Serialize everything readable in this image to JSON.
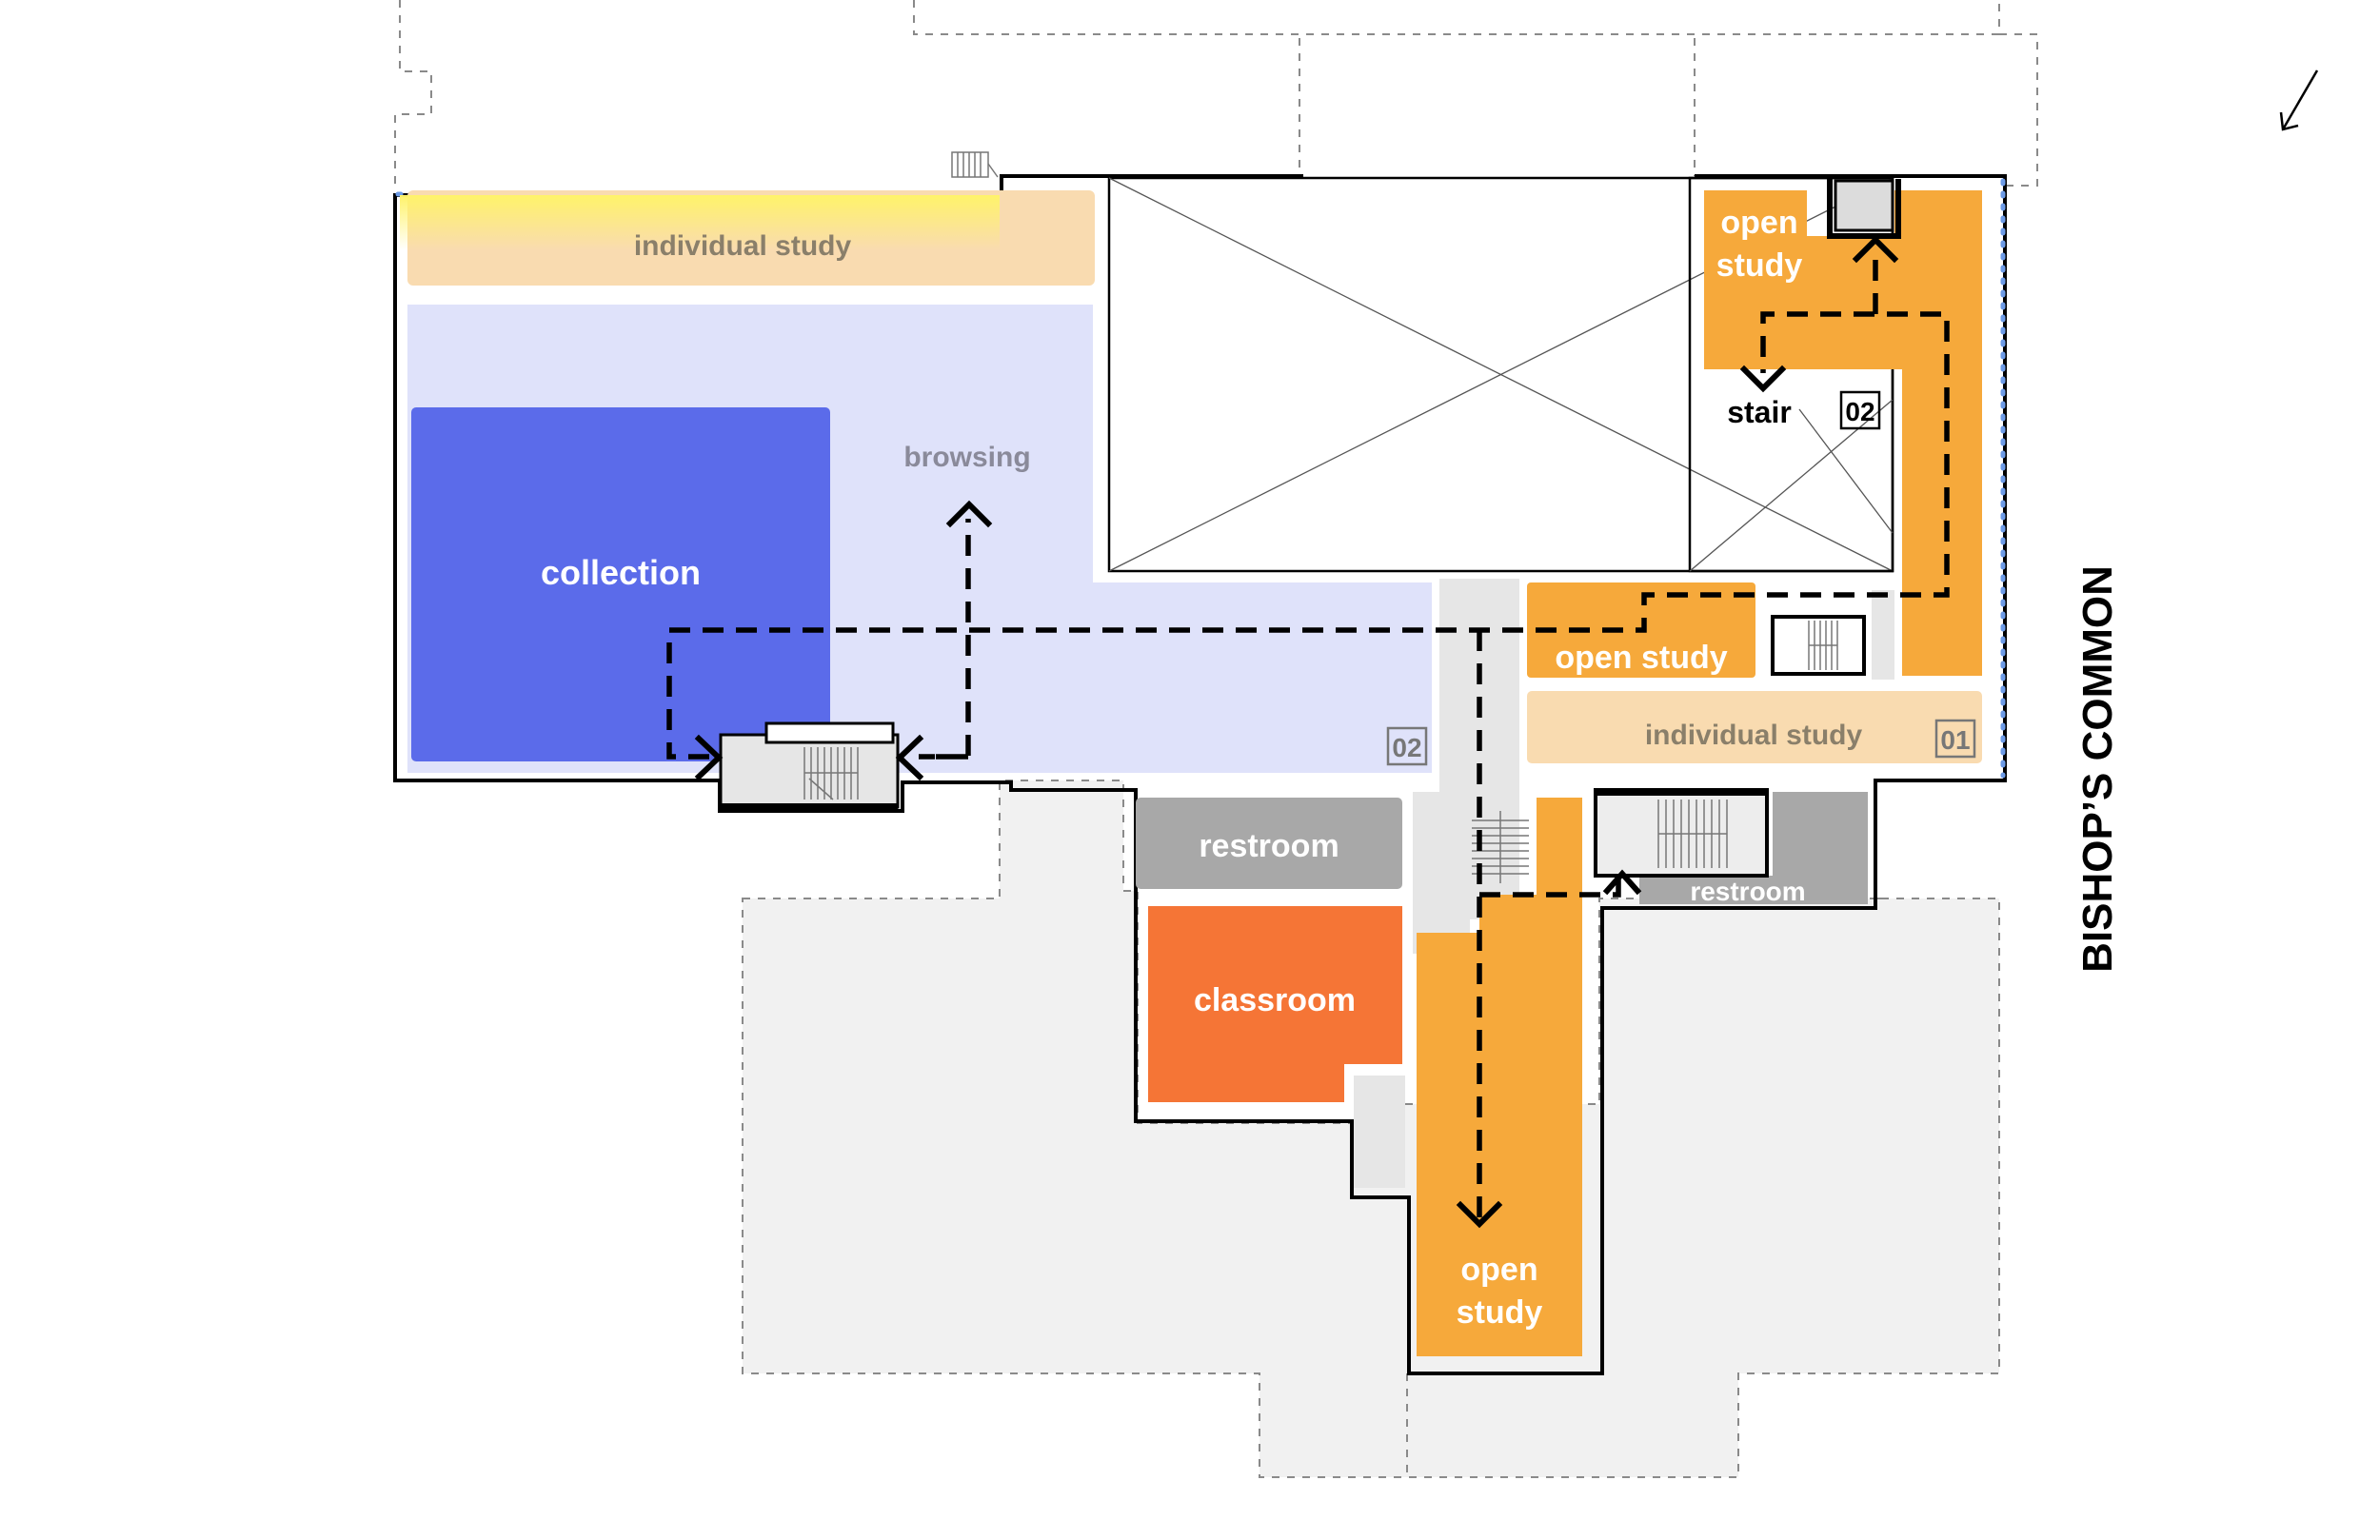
{
  "colors": {
    "collection": "#5b6bea",
    "browsing": "#dfe2fa",
    "individual_study": "#f9dbb0",
    "open_study": "#f6a93b",
    "classroom": "#f57536",
    "restroom": "#a8a8a8",
    "circulation": "#e6e6e6",
    "context": "#f1f1f1",
    "highlight": "#fff36a",
    "edge_dotted": "#6d9be6"
  },
  "rooms": {
    "individual_study_top": "individual study",
    "browsing": "browsing",
    "collection": "collection",
    "open_study_top": [
      "open",
      "study"
    ],
    "stair": "stair",
    "open_study_mid": "open study",
    "individual_study_right": "individual study",
    "restroom_left": "restroom",
    "restroom_right": "restroom",
    "classroom": "classroom",
    "open_study_bottom": [
      "open",
      "study"
    ]
  },
  "floor_tags": {
    "browsing_tag": "02",
    "stair_tag": "02",
    "individual_study_tag": "01"
  },
  "street": "BISHOP’S COMMON",
  "icons": {
    "north": "north-arrow-icon",
    "stairs": "stairs-icon",
    "route_arrow": "route-arrow-icon"
  }
}
